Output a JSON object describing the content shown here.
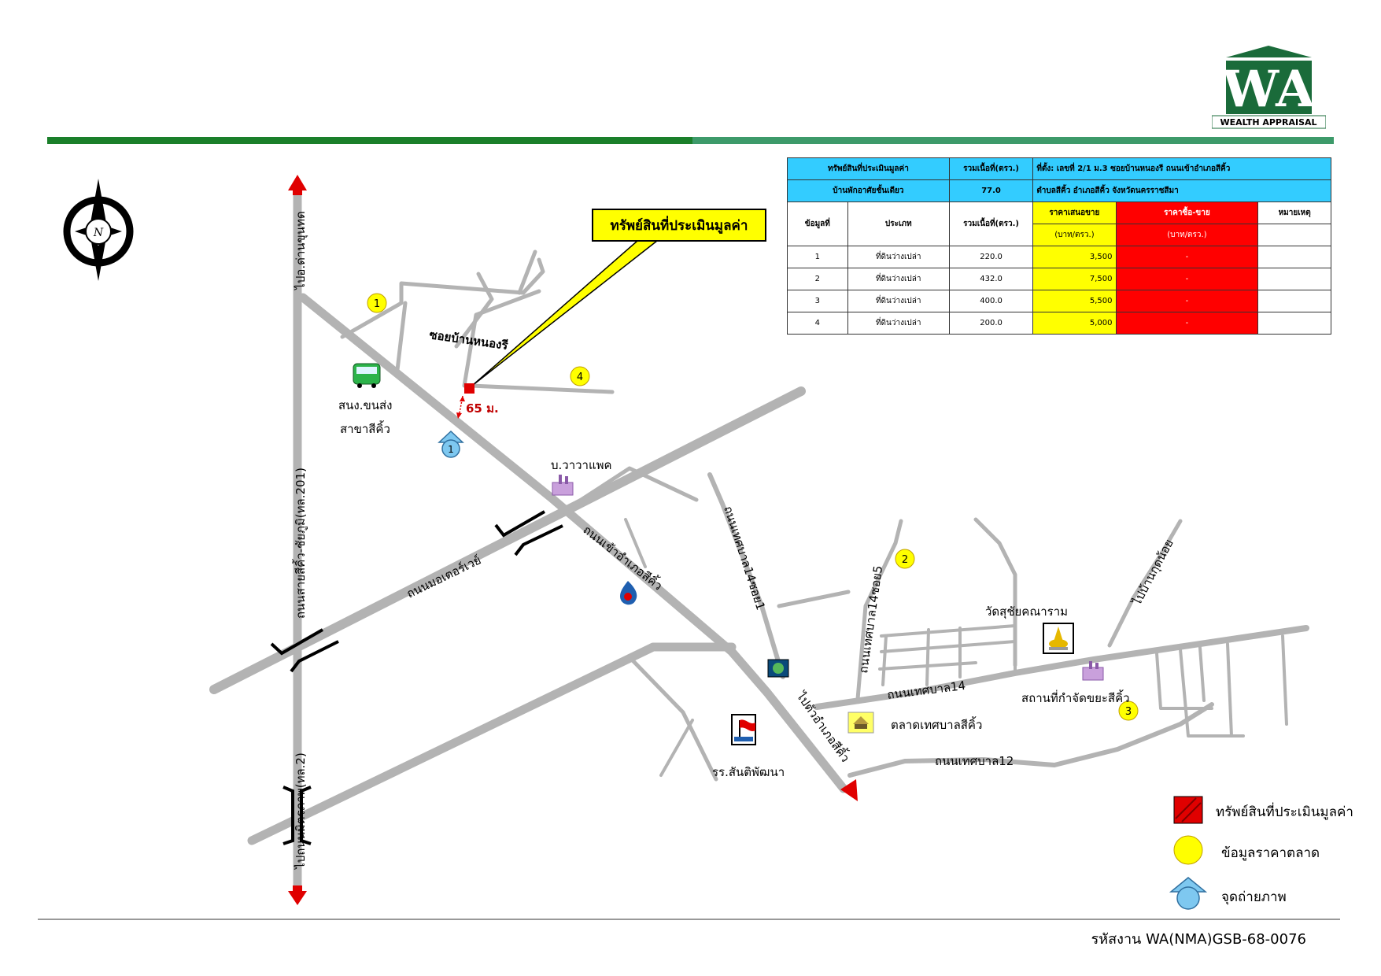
{
  "logo": {
    "monogram": "WA",
    "text": "WEALTH APPRAISAL"
  },
  "compass": {
    "letter": "N"
  },
  "callout": {
    "text": "ทรัพย์สินที่ประเมินมูลค่า"
  },
  "colors": {
    "road": "#b3b3b3",
    "header_bar_left": "#1a7f2a",
    "header_bar_right": "#3d9a6a",
    "table_header": "#33ccff",
    "offer": "#ffff00",
    "sale": "#ff0000"
  },
  "table": {
    "subject_header": [
      "ทรัพย์สินที่ประเมินมูลค่า",
      "รวมเนื้อที่(ตรว.)"
    ],
    "subject_row": [
      "บ้านพักอาศัยชั้นเดียว",
      "77.0"
    ],
    "location_line1": "ที่ตั้ง:  เลขที่ 2/1 ม.3 ซอยบ้านหนองรี  ถนนเข้าอำเภอสีคิ้ว",
    "location_line2": "ตำบลสีคิ้ว       อำเภอสีคิ้ว       จังหวัดนครราชสีมา",
    "columns": [
      "ข้อมูลที่",
      "ประเภท",
      "รวมเนื้อที่(ตรว.)",
      "ราคาเสนอขาย",
      "ราคาซื้อ-ขาย",
      "หมายเหตุ"
    ],
    "units": [
      "(บาท/ตรว.)",
      "(บาท/ตรว.)"
    ],
    "rows": [
      [
        "1",
        "ที่ดินว่างเปล่า",
        "220.0",
        "3,500",
        "-",
        ""
      ],
      [
        "2",
        "ที่ดินว่างเปล่า",
        "432.0",
        "7,500",
        "-",
        ""
      ],
      [
        "3",
        "ที่ดินว่างเปล่า",
        "400.0",
        "5,500",
        "-",
        ""
      ],
      [
        "4",
        "ที่ดินว่างเปล่า",
        "200.0",
        "5,000",
        "-",
        ""
      ]
    ]
  },
  "map_labels": {
    "road_highway": "ถนนสายสีคิ้ว-ชัยภูมิ(ทล.201)",
    "to_north": "ไปอ.ด่านขุนทด",
    "to_south": "ไปถนนมิตรภาพ(ทล.2)",
    "soi": "ซอยบ้านหนองรี",
    "distance": "65 ม.",
    "bus": "สนง.ขนส่ง",
    "bus2": "สาขาสีคิ้ว",
    "factory": "บ.วาวาแพค",
    "motorway": "ถนนมอเตอร์เวย์",
    "road_entry": "ถนนเข้าอำเภอสีคิ้ว",
    "road_entry2": "ไปตัวอำเภอสีคิ้ว",
    "road_tessaban14_1": "ถนนเทศบาล14ซอย1",
    "road_tessaban14_5": "ถนนเทศบาล14ซอย5",
    "road_tessaban14": "ถนนเทศบาล14",
    "road_tessaban12": "ถนนเทศบาล12",
    "temple": "วัดสุชัยคณาราม",
    "waste": "สถานที่กำจัดขยะสีคิ้ว",
    "market": "ตลาดเทศบาลสีคิ้ว",
    "school": "รร.สันติพัฒนา",
    "to_baankut": "ไปบ้านกุดน้อย",
    "markers": [
      "1",
      "2",
      "3",
      "4"
    ],
    "photo_point": "1"
  },
  "legend": {
    "subject": "ทรัพย์สินที่ประเมินมูลค่า",
    "market_data": "ข้อมูลราคาตลาด",
    "photo": "จุดถ่ายภาพ"
  },
  "footer": {
    "code": "รหัสงาน WA(NMA)GSB-68-0076"
  }
}
